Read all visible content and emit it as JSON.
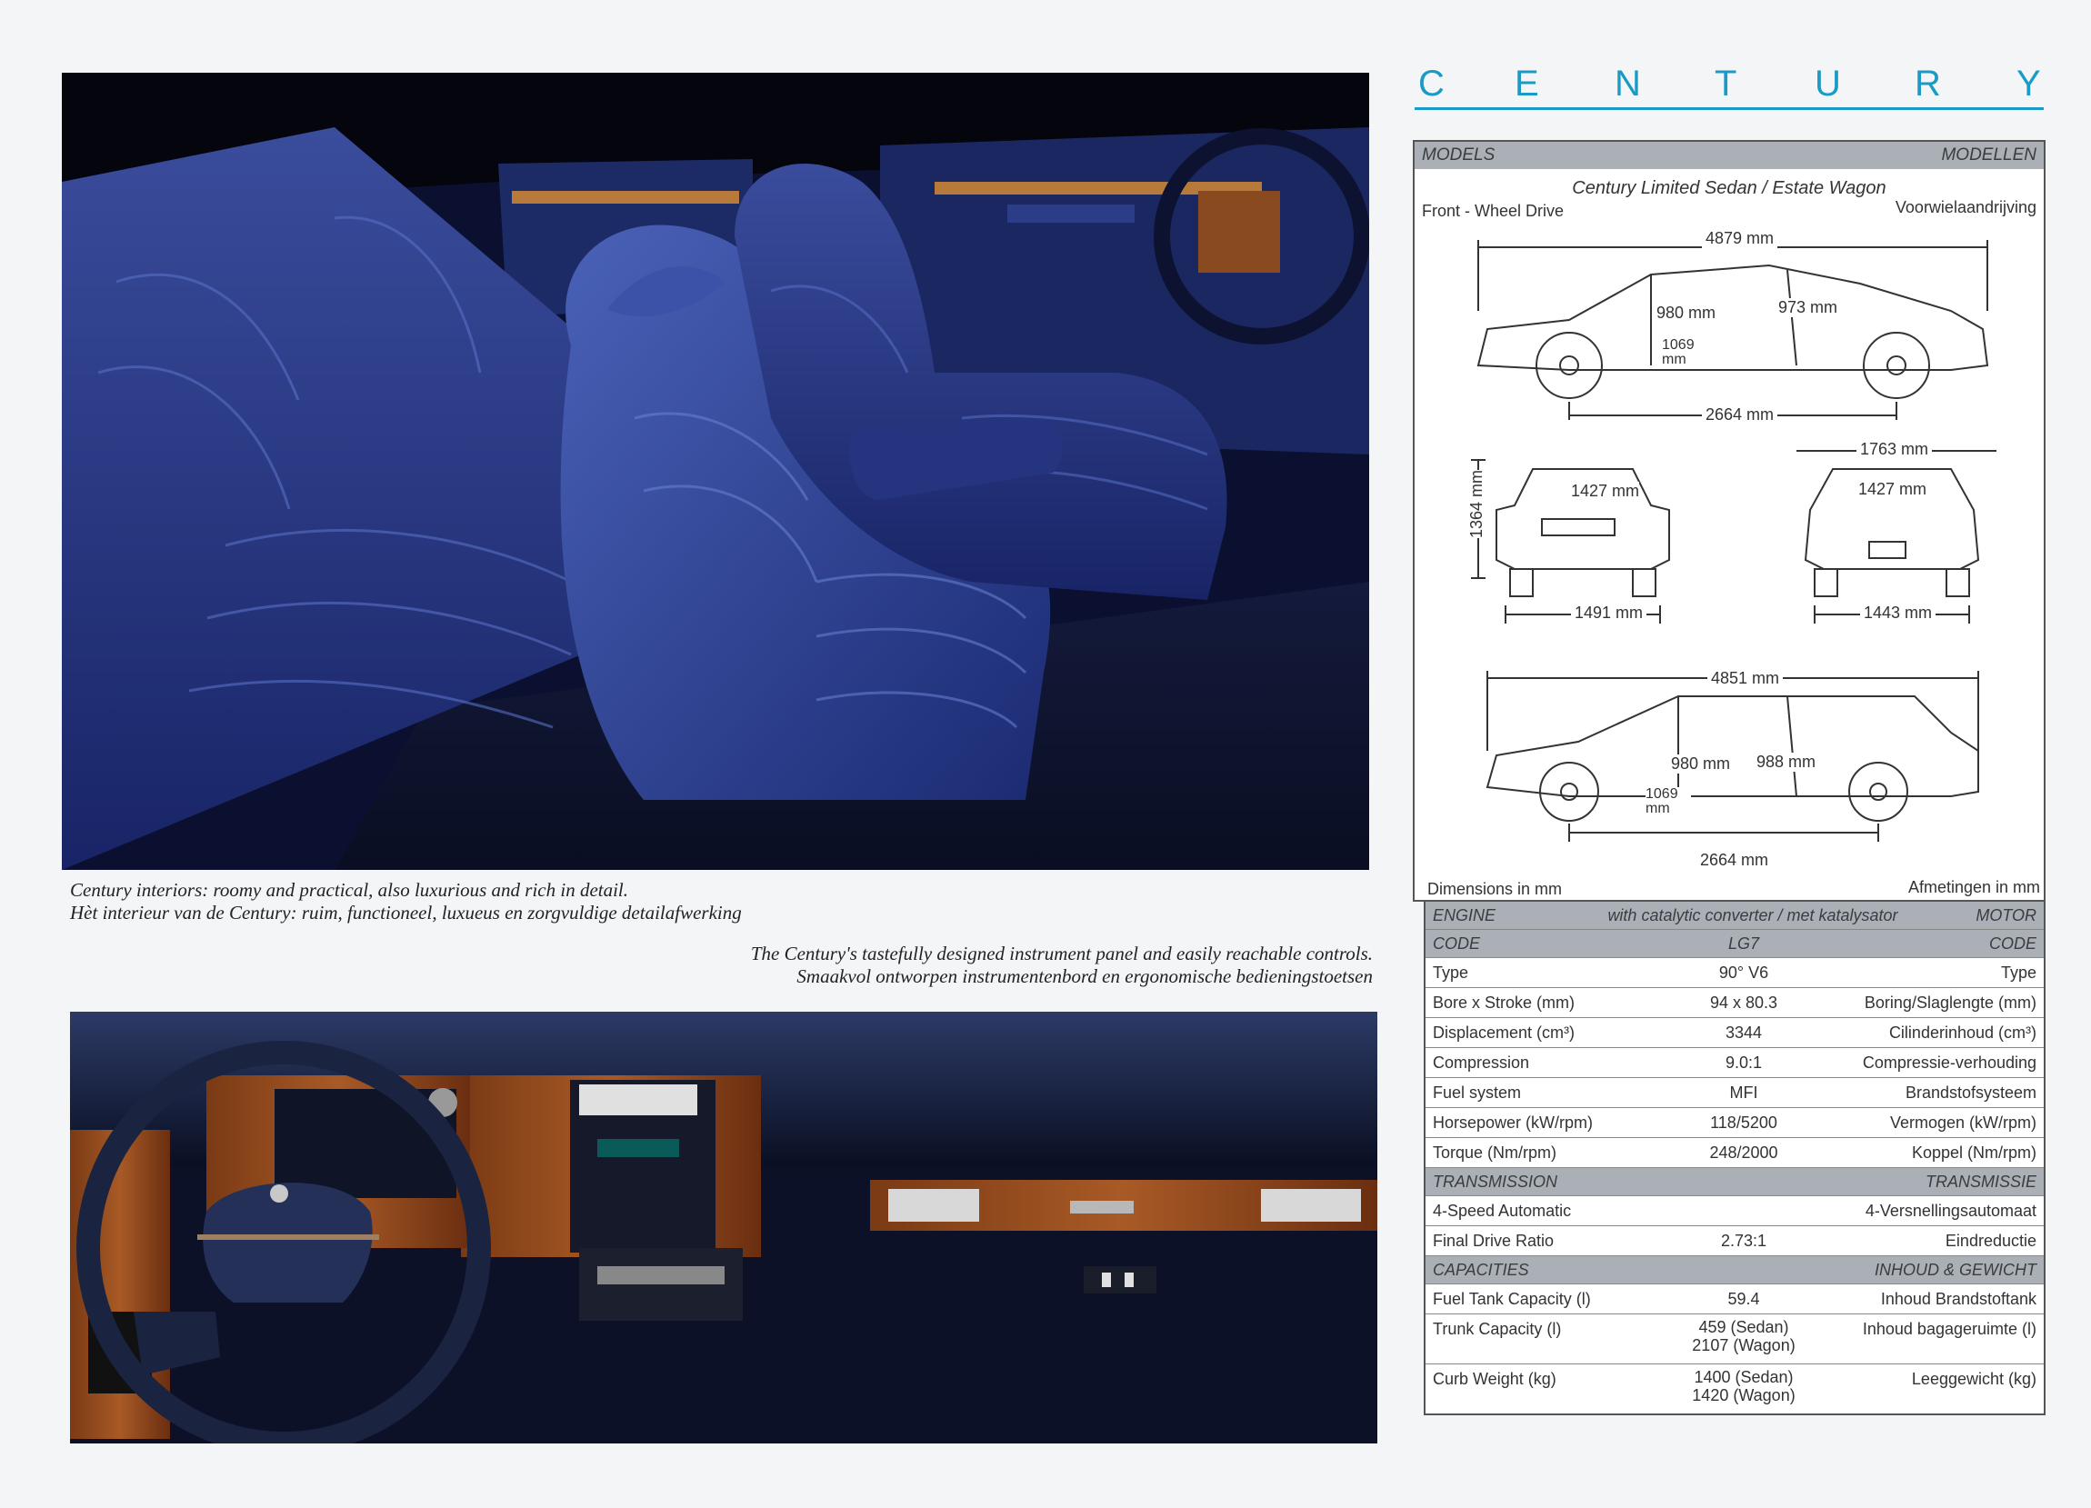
{
  "captions": {
    "interior_en": "Century interiors: roomy and practical, also luxurious and rich in detail.",
    "interior_nl": "Hèt interieur van de Century: ruim, functioneel, luxueus en zorgvuldige detailafwerking",
    "panel_en": "The Century's tastefully designed instrument panel and easily reachable controls.",
    "panel_nl": "Smaakvol ontworpen instrumentenbord en ergonomische bedieningstoetsen"
  },
  "title_letters": [
    "C",
    "E",
    "N",
    "T",
    "U",
    "R",
    "Y"
  ],
  "models": {
    "label_en": "MODELS",
    "label_nl": "MODELLEN",
    "name": "Century Limited Sedan / Estate Wagon",
    "drive_en": "Front - Wheel Drive",
    "drive_nl": "Voorwielaandrijving",
    "dims_en": "Dimensions in mm",
    "dims_nl": "Afmetingen in mm",
    "sedan": {
      "length": "4879 mm",
      "wheelbase": "2664 mm",
      "front_head": "980 mm",
      "rear_head": "973 mm",
      "leg": "1069 mm"
    },
    "front_view": {
      "height": "1364 mm",
      "width_top": "1427 mm",
      "track": "1491 mm"
    },
    "rear_view": {
      "width": "1763 mm",
      "width_top": "1427 mm",
      "track": "1443 mm"
    },
    "wagon": {
      "length": "4851 mm",
      "wheelbase": "2664 mm",
      "front_head": "980 mm",
      "rear_head": "988 mm",
      "leg": "1069 mm"
    }
  },
  "engine": {
    "label_en": "ENGINE",
    "note": "with catalytic converter / met katalysator",
    "label_nl": "MOTOR",
    "code_en": "CODE",
    "code_value": "LG7",
    "code_nl": "CODE",
    "rows": [
      {
        "en": "Type",
        "value": "90° V6",
        "nl": "Type"
      },
      {
        "en": "Bore x Stroke (mm)",
        "value": "94 x 80.3",
        "nl": "Boring/Slaglengte (mm)"
      },
      {
        "en": "Displacement (cm³)",
        "value": "3344",
        "nl": "Cilinderinhoud (cm³)"
      },
      {
        "en": "Compression",
        "value": "9.0:1",
        "nl": "Compressie-verhouding"
      },
      {
        "en": "Fuel system",
        "value": "MFI",
        "nl": "Brandstofsysteem"
      },
      {
        "en": "Horsepower (kW/rpm)",
        "value": "118/5200",
        "nl": "Vermogen (kW/rpm)"
      },
      {
        "en": "Torque (Nm/rpm)",
        "value": "248/2000",
        "nl": "Koppel (Nm/rpm)"
      }
    ]
  },
  "transmission": {
    "label_en": "TRANSMISSION",
    "label_nl": "TRANSMISSIE",
    "rows": [
      {
        "en": "4-Speed Automatic",
        "value": "",
        "nl": "4-Versnellingsautomaat"
      },
      {
        "en": "Final Drive Ratio",
        "value": "2.73:1",
        "nl": "Eindreductie"
      }
    ]
  },
  "capacities": {
    "label_en": "CAPACITIES",
    "label_nl": "INHOUD & GEWICHT",
    "fuel": {
      "en": "Fuel Tank Capacity (l)",
      "value": "59.4",
      "nl": "Inhoud Brandstoftank"
    },
    "trunk": {
      "en": "Trunk Capacity (l)",
      "value1": "459 (Sedan)",
      "value2": "2107 (Wagon)",
      "nl": "Inhoud bagageruimte (l)"
    },
    "curb": {
      "en": "Curb Weight (kg)",
      "value1": "1400 (Sedan)",
      "value2": "1420 (Wagon)",
      "nl": "Leeggewicht (kg)"
    }
  }
}
